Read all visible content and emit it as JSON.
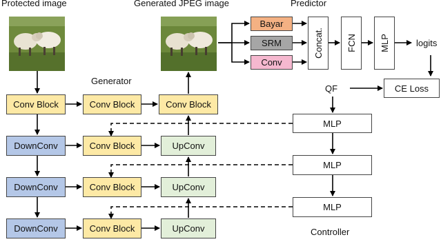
{
  "labels": {
    "protected_image": "Protected image",
    "generated_image": "Generated JPEG image",
    "predictor": "Predictor",
    "generator": "Generator",
    "controller": "Controller",
    "logits": "logits",
    "qf": "QF"
  },
  "blocks": {
    "conv_block": "Conv Block",
    "downconv": "DownConv",
    "upconv": "UpConv",
    "mlp": "MLP",
    "ce_loss": "CE Loss",
    "bayar": "Bayar",
    "srm": "SRM",
    "conv": "Conv",
    "concat": "Concat.",
    "fcn": "FCN",
    "mlp_predictor": "MLP"
  },
  "colors": {
    "conv_block": "#fde9a5",
    "downconv": "#b4c7e7",
    "upconv": "#e2efd9",
    "bayar": "#f4b183",
    "srm": "#a6a6a6",
    "conv": "#f5b8cf",
    "mlp": "#ffffff"
  }
}
